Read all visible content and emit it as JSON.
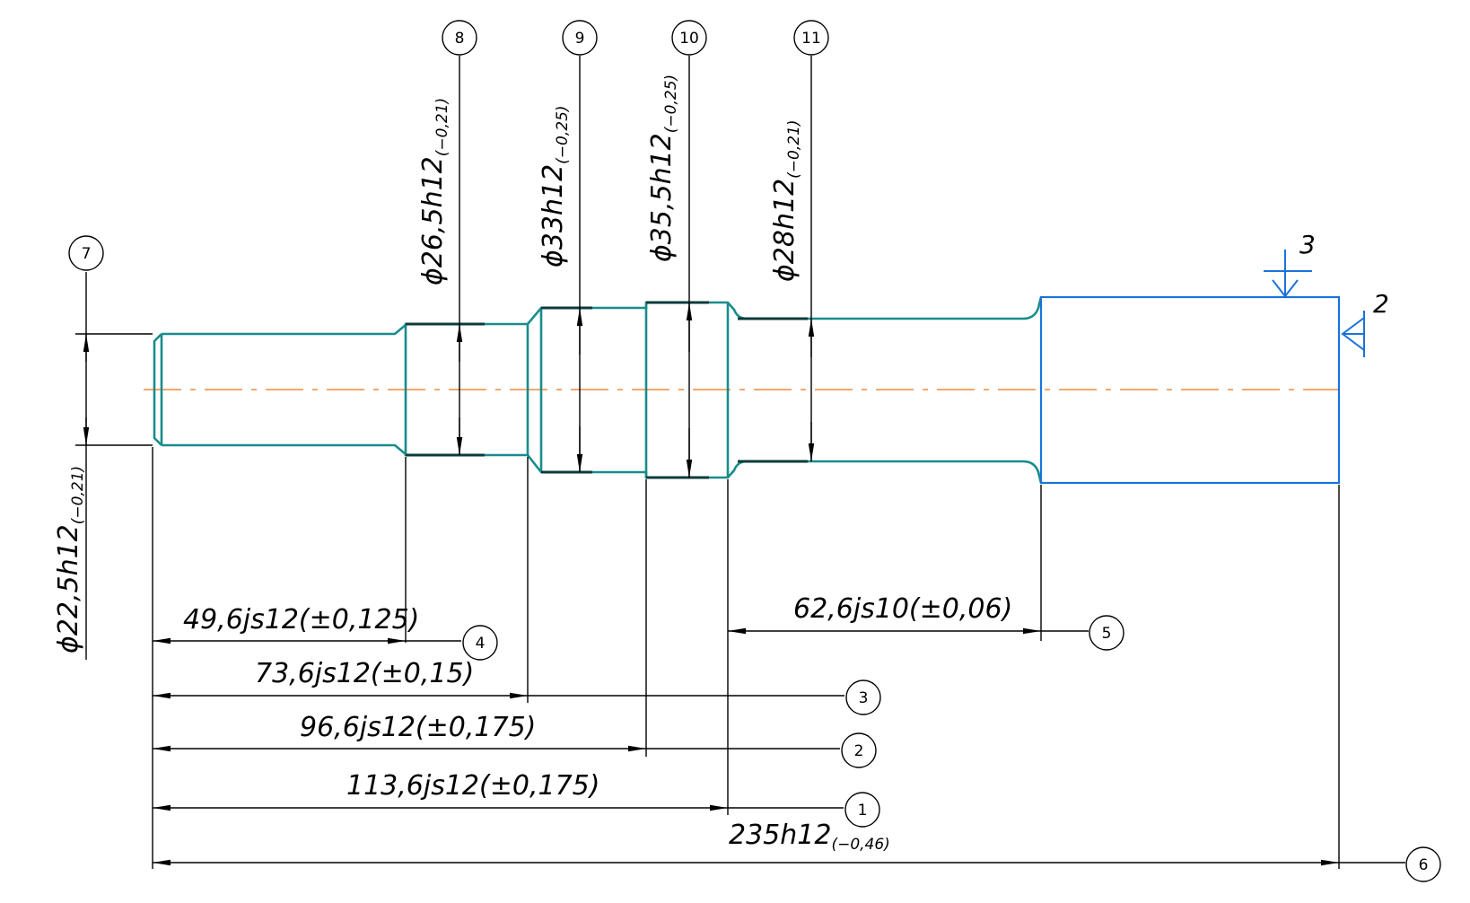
{
  "colors": {
    "part_outline": "#1a8c8c",
    "blank_outline": "#1a73d9",
    "center_line": "#f08c3c",
    "dimension_line": "#000000",
    "datum_symbol": "#1a73d9"
  },
  "diameter_dimensions": [
    {
      "id": "7",
      "main": "ϕ22,5h12",
      "tolerance": "(−0,21)"
    },
    {
      "id": "8",
      "main": "ϕ26,5h12",
      "tolerance": "(−0,21)"
    },
    {
      "id": "9",
      "main": "ϕ33h12",
      "tolerance": "(−0,25)"
    },
    {
      "id": "10",
      "main": "ϕ35,5h12",
      "tolerance": "(−0,25)"
    },
    {
      "id": "11",
      "main": "ϕ28h12",
      "tolerance": "(−0,21)"
    }
  ],
  "length_dimensions": [
    {
      "id": "4",
      "text": "49,6js12(±0,125)"
    },
    {
      "id": "3",
      "text": "73,6js12(±0,15)"
    },
    {
      "id": "2",
      "text": "96,6js12(±0,175)"
    },
    {
      "id": "1",
      "text": "113,6js12(±0,175)"
    },
    {
      "id": "5",
      "text": "62,6js10(±0,06)"
    },
    {
      "id": "6",
      "main": "235h12",
      "tolerance": "(−0,46)"
    }
  ],
  "datum_labels": [
    "3",
    "2"
  ]
}
